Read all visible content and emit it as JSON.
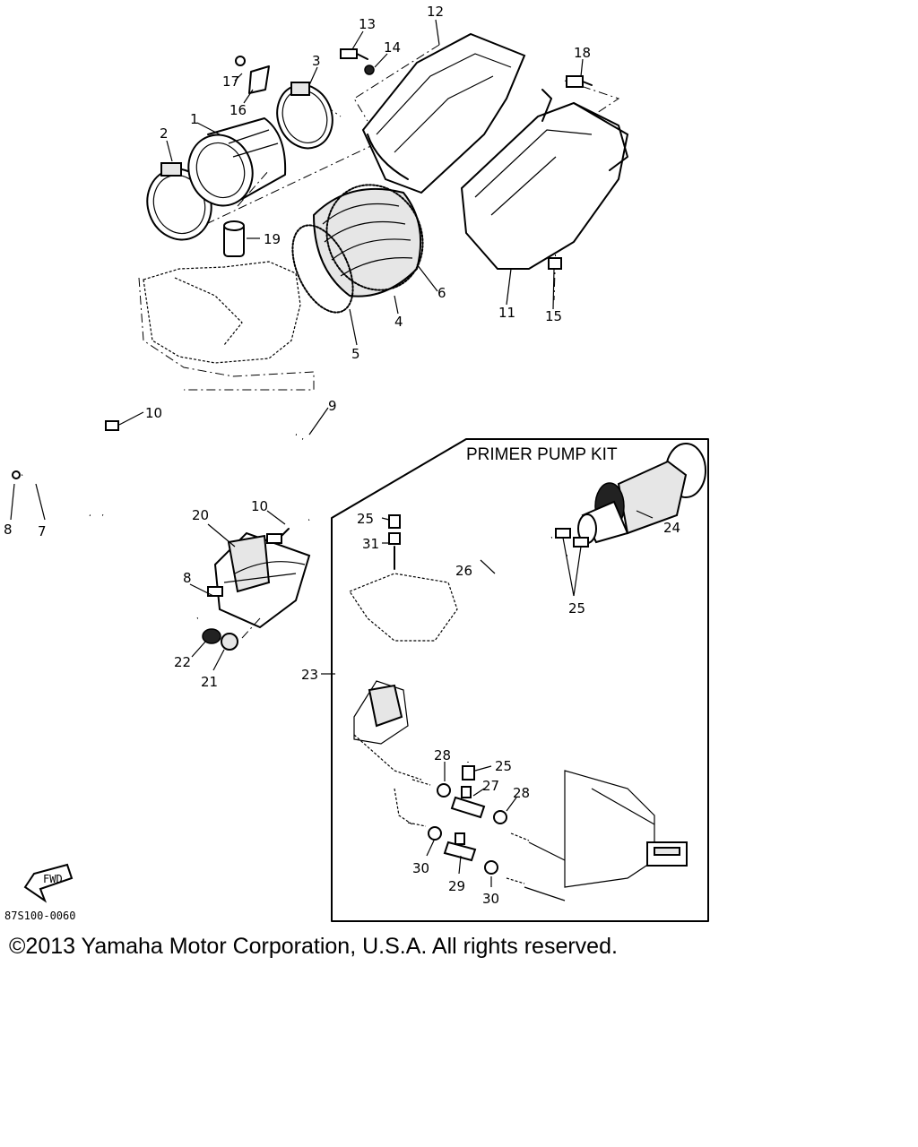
{
  "diagram": {
    "kit_title": "PRIMER PUMP KIT",
    "drawing_code": "87S100-0060",
    "fwd_symbol": "FWD",
    "callouts": {
      "c1": "1",
      "c2": "2",
      "c3": "3",
      "c4": "4",
      "c5": "5",
      "c6": "6",
      "c7": "7",
      "c8a": "8",
      "c8b": "8",
      "c9": "9",
      "c10a": "10",
      "c10b": "10",
      "c11": "11",
      "c12": "12",
      "c13": "13",
      "c14": "14",
      "c15": "15",
      "c16": "16",
      "c17": "17",
      "c18": "18",
      "c19": "19",
      "c20": "20",
      "c21": "21",
      "c22": "22",
      "c23": "23",
      "c24": "24",
      "c25a": "25",
      "c25b": "25",
      "c25c": "25",
      "c26": "26",
      "c27": "27",
      "c28a": "28",
      "c28b": "28",
      "c29": "29",
      "c30a": "30",
      "c30b": "30",
      "c31": "31"
    }
  },
  "footer": {
    "copyright": "©2013 Yamaha Motor Corporation, U.S.A. All rights reserved."
  }
}
